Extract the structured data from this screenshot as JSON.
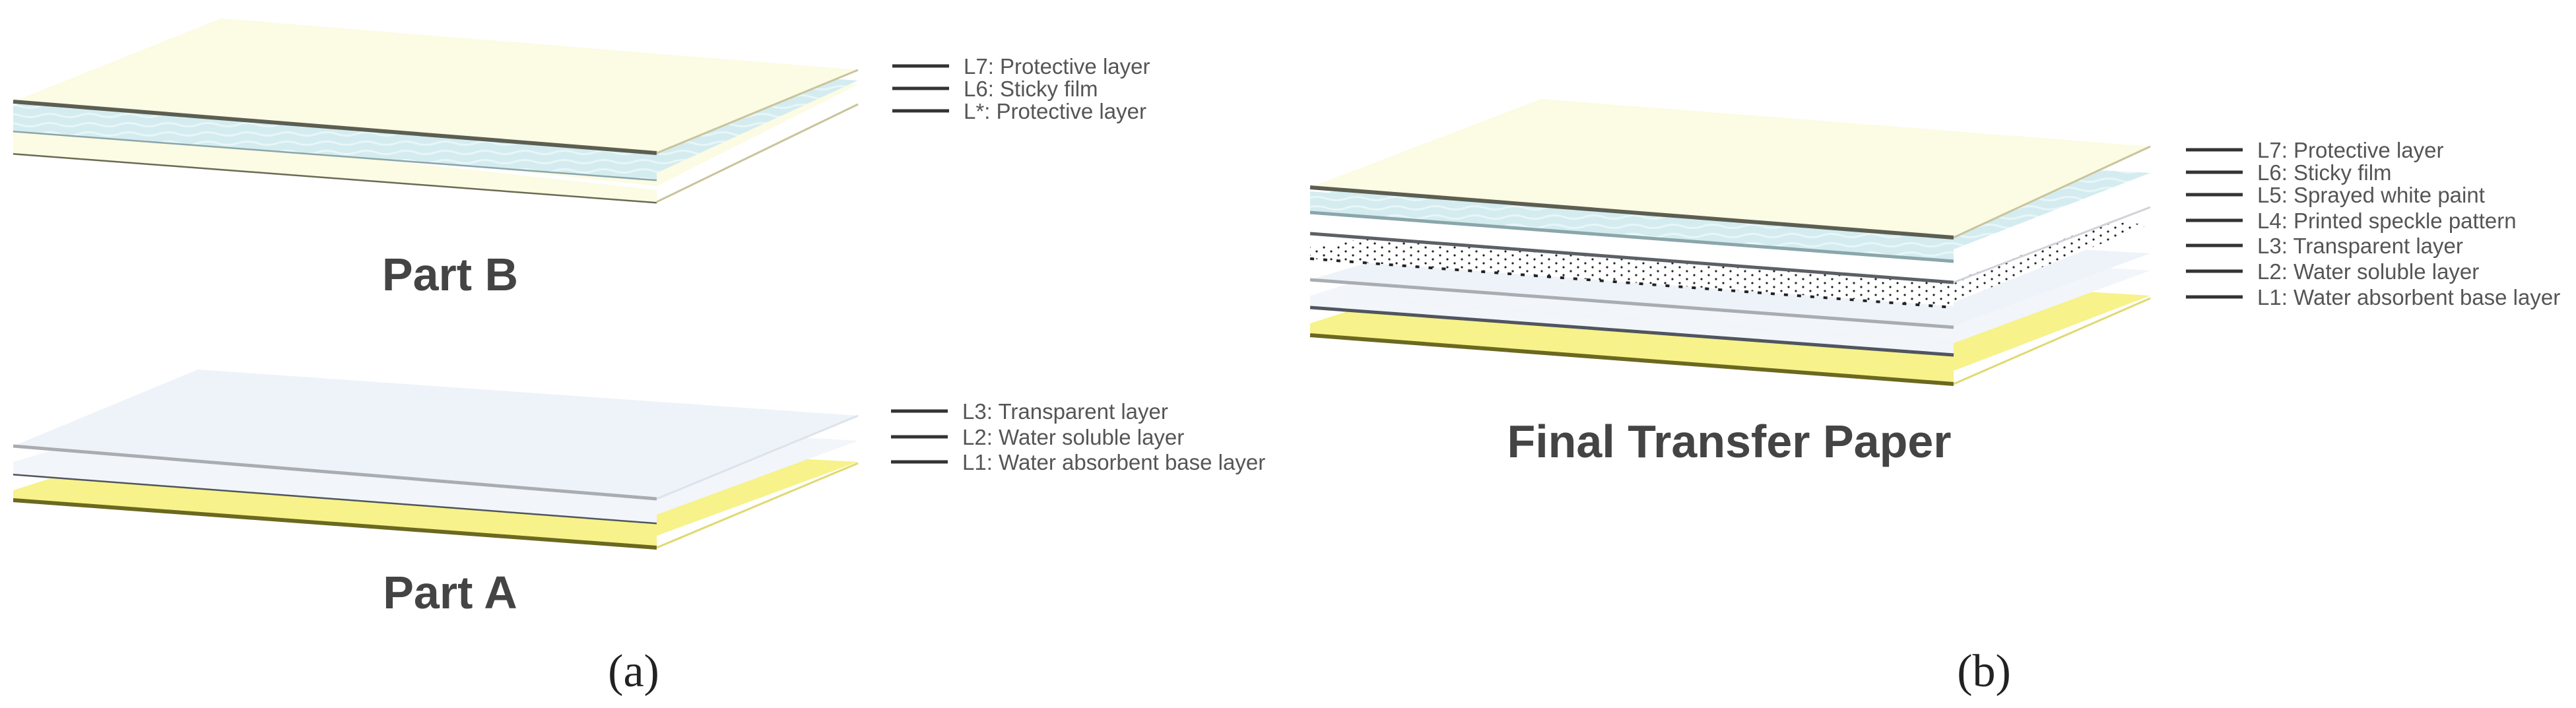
{
  "colors": {
    "protective": "#fcfbe3",
    "sticky": "#d4ecf0",
    "white_paint": "#ffffff",
    "speckle_bg": "#ffffff",
    "transparent": "#eef3f9",
    "water_soluble": "#f2f5fa",
    "base": "#f7f28a",
    "edge_dark": "#555a5a",
    "edge_gray": "#9aa0a6",
    "base_edge": "#6b6820",
    "label_text": "#555555",
    "leader": "#333333"
  },
  "panel_a": {
    "caption": "(a)",
    "part_b": {
      "title": "Part B",
      "labels": [
        "L7: Protective layer",
        "L6: Sticky film",
        "L*: Protective layer"
      ]
    },
    "part_a": {
      "title": "Part A",
      "labels": [
        "L3: Transparent layer",
        "L2: Water soluble layer",
        "L1: Water absorbent base layer"
      ]
    }
  },
  "panel_b": {
    "caption": "(b)",
    "title": "Final Transfer Paper",
    "labels": [
      "L7: Protective layer",
      "L6: Sticky film",
      "L5: Sprayed white paint",
      "L4: Printed speckle pattern",
      "L3: Transparent layer",
      "L2: Water soluble layer",
      "L1: Water absorbent base layer"
    ]
  }
}
